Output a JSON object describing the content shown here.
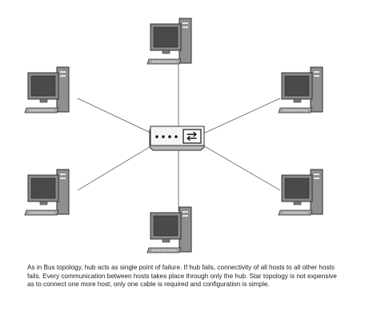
{
  "diagram": {
    "hub": {
      "icon": "network-hub-icon"
    },
    "hosts": [
      {
        "id": "host-top",
        "icon": "desktop-computer-icon"
      },
      {
        "id": "host-upper-left",
        "icon": "desktop-computer-icon"
      },
      {
        "id": "host-upper-right",
        "icon": "desktop-computer-icon"
      },
      {
        "id": "host-lower-left",
        "icon": "desktop-computer-icon"
      },
      {
        "id": "host-lower-right",
        "icon": "desktop-computer-icon"
      },
      {
        "id": "host-bottom",
        "icon": "desktop-computer-icon"
      }
    ]
  },
  "caption": {
    "text": "As in Bus topology, hub acts as single point of failure. If hub fails, connectivity of all hosts to all other hosts fails. Every communication between hosts takes place through only the hub. Star topology is not expensive as to connect one more host, only one cable is required and configuration is simple."
  }
}
